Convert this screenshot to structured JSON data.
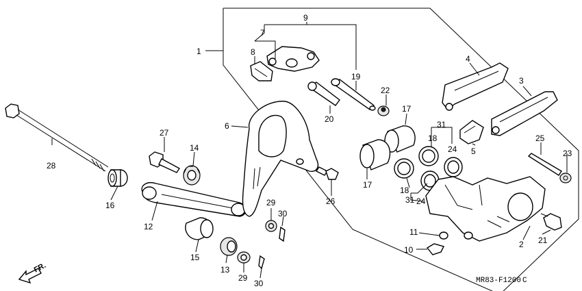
{
  "drawing_code": "MR83-F1200",
  "drawing_code_suffix": "C",
  "direction_label": "FR.",
  "callouts": {
    "c1": "1",
    "c2": "2",
    "c3": "3",
    "c4": "4",
    "c5": "5",
    "c6": "6",
    "c7": "7",
    "c8": "8",
    "c9": "9",
    "c10": "10",
    "c11": "11",
    "c12": "12",
    "c13": "13",
    "c14": "14",
    "c15": "15",
    "c16": "16",
    "c17a": "17",
    "c17b": "17",
    "c18a": "18",
    "c18b": "18",
    "c19": "19",
    "c20": "20",
    "c21": "21",
    "c22": "22",
    "c23": "23",
    "c24a": "24",
    "c24b": "24",
    "c25": "25",
    "c26": "26",
    "c27": "27",
    "c28": "28",
    "c29a": "29",
    "c29b": "29",
    "c30a": "30",
    "c30b": "30",
    "c31a": "31",
    "c31b": "31"
  }
}
